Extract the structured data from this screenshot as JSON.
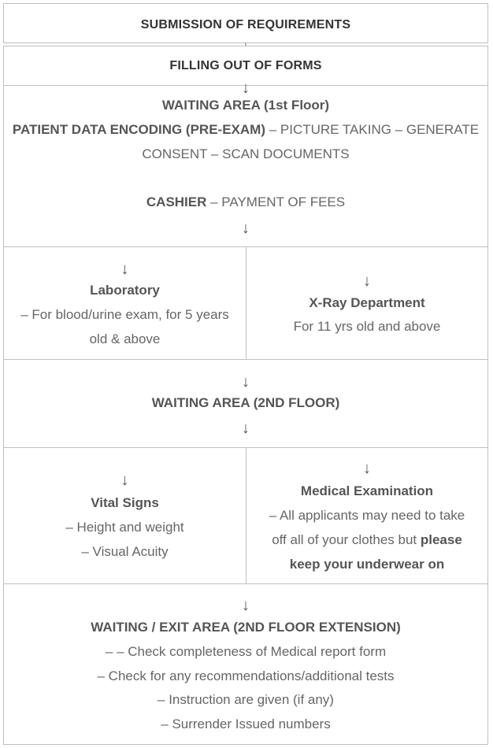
{
  "arrow": "↓",
  "step1": {
    "title": "SUBMISSION OF REQUIREMENTS"
  },
  "step2": {
    "title": "FILLING OUT OF FORMS"
  },
  "step3": {
    "waiting": "WAITING AREA (1st Floor)",
    "encoding_bold": "PATIENT DATA ENCODING (PRE-EXAM)",
    "encoding_rest": " – PICTURE TAKING – GENERATE",
    "encoding_line2": "CONSENT – SCAN DOCUMENTS",
    "cashier_bold": "CASHIER",
    "cashier_rest": " – PAYMENT OF FEES"
  },
  "step4": {
    "lab": {
      "title": "Laboratory",
      "line1": "– For blood/urine exam, for 5 years",
      "line2": "old & above"
    },
    "xray": {
      "title": "X-Ray Department",
      "line1": "For 11 yrs old and above"
    }
  },
  "step5": {
    "title": "WAITING AREA (2ND FLOOR)"
  },
  "step6": {
    "vitals": {
      "title": "Vital Signs",
      "line1": "– Height and weight",
      "line2": "– Visual Acuity"
    },
    "medical": {
      "title": "Medical Examination",
      "line1": "– All applicants may need to take",
      "line2_normal": "off all of your clothes but ",
      "line2_bold": "please",
      "line3_bold": "keep your underwear on"
    }
  },
  "step7": {
    "title": "WAITING / EXIT AREA (2ND FLOOR EXTENSION)",
    "line1": "– – Check completeness of Medical report form",
    "line2": "– Check for any recommendations/additional tests",
    "line3": "– Instruction are given (if any)",
    "line4": "– Surrender Issued numbers"
  }
}
